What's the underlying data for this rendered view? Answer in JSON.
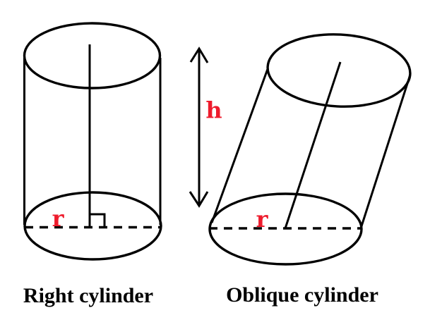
{
  "canvas": {
    "width": "609",
    "height": "464",
    "background": "#ffffff"
  },
  "colors": {
    "stroke": "#000000",
    "label_red": "#ee1b2c",
    "caption": "#000000"
  },
  "left_figure": {
    "caption": "Right cylinder",
    "radius_label": "r"
  },
  "right_figure": {
    "caption": "Oblique cylinder",
    "radius_label": "r"
  },
  "height_arrow": {
    "label": "h"
  }
}
